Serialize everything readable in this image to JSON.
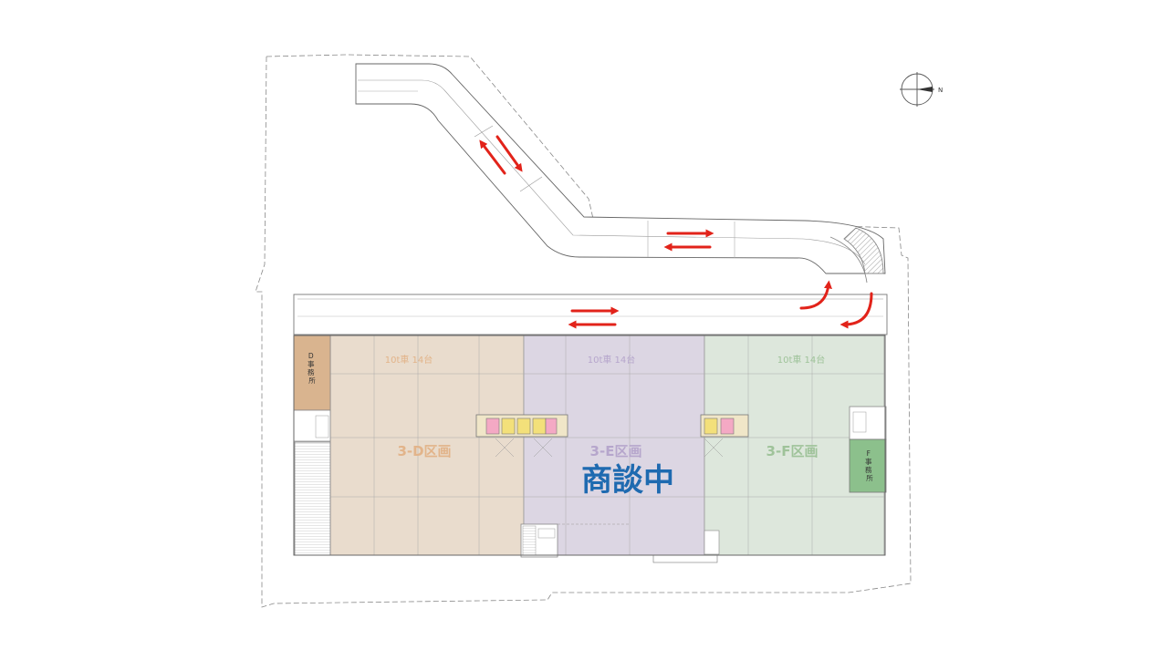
{
  "zones": {
    "d": {
      "name": "3-D区画",
      "truck_label": "10t車 14台",
      "office_label": "D事務所",
      "color": "#e9dccd",
      "text_color": "#e2b48a"
    },
    "e": {
      "name": "3-E区画",
      "truck_label": "10t車 14台",
      "color": "#dcd6e3",
      "text_color": "#b6a6cc"
    },
    "f": {
      "name": "3-F区画",
      "truck_label": "10t車 14台",
      "office_label": "F事務所",
      "color": "#dde7dc",
      "text_color": "#9fc39a"
    }
  },
  "status_label": "商談中",
  "status_color": "#1e6ab0",
  "compass_label": "N",
  "arrow_color": "#e2231a",
  "office_colors": {
    "d": "#d9b48f",
    "f": "#8cc08c"
  }
}
